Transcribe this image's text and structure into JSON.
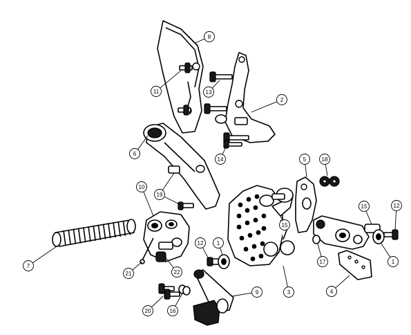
{
  "diagram": {
    "callouts": [
      {
        "id": "c8",
        "label": "8"
      },
      {
        "id": "c11",
        "label": "11"
      },
      {
        "id": "c13",
        "label": "13"
      },
      {
        "id": "c2",
        "label": "2"
      },
      {
        "id": "c6",
        "label": "6"
      },
      {
        "id": "c14",
        "label": "14"
      },
      {
        "id": "c5",
        "label": "5"
      },
      {
        "id": "c18",
        "label": "18"
      },
      {
        "id": "c10",
        "label": "10"
      },
      {
        "id": "c19",
        "label": "19"
      },
      {
        "id": "c15a",
        "label": "15"
      },
      {
        "id": "c15b",
        "label": "15"
      },
      {
        "id": "c12a",
        "label": "12"
      },
      {
        "id": "c12b",
        "label": "12"
      },
      {
        "id": "c1a",
        "label": "1"
      },
      {
        "id": "c1b",
        "label": "1"
      },
      {
        "id": "c7",
        "label": "7"
      },
      {
        "id": "c21",
        "label": "21"
      },
      {
        "id": "c22",
        "label": "22"
      },
      {
        "id": "c17",
        "label": "17"
      },
      {
        "id": "c3",
        "label": "3"
      },
      {
        "id": "c4",
        "label": "4"
      },
      {
        "id": "c9",
        "label": "9"
      },
      {
        "id": "c20",
        "label": "20"
      },
      {
        "id": "c16",
        "label": "16"
      }
    ]
  }
}
